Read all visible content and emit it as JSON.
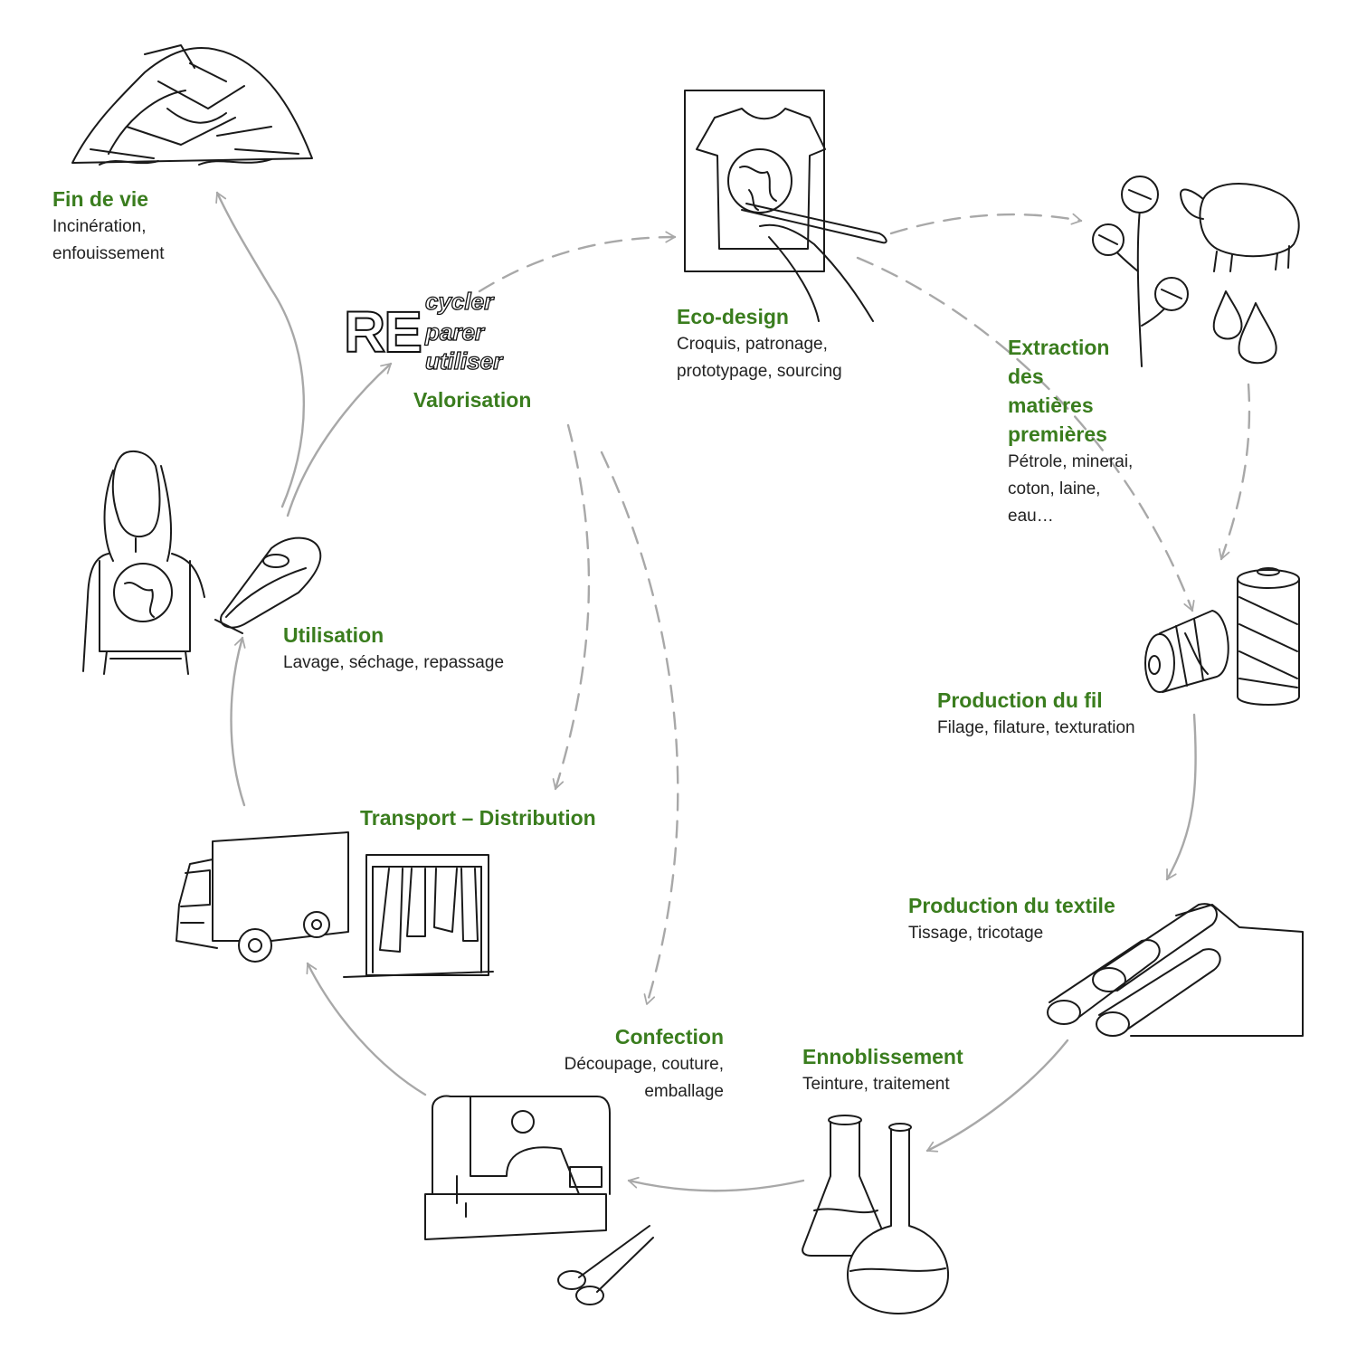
{
  "colors": {
    "title": "#3a7d1e",
    "text": "#222222",
    "sketch": "#1a1a1a",
    "arrow_solid": "#a8a8a8",
    "arrow_dashed": "#a8a8a8"
  },
  "stages": {
    "eco_design": {
      "title": "Eco-design",
      "desc": [
        "Croquis, patronage,",
        "prototypage, sourcing"
      ]
    },
    "extraction": {
      "title": [
        "Extraction",
        "des",
        "matières",
        "premières"
      ],
      "desc": [
        "Pétrole, minerai,",
        "coton, laine,",
        "eau…"
      ]
    },
    "fil": {
      "title": "Production du fil",
      "desc": [
        "Filage, filature, texturation"
      ]
    },
    "textile": {
      "title": "Production du textile",
      "desc": [
        "Tissage, tricotage"
      ]
    },
    "ennoblissement": {
      "title": "Ennoblissement",
      "desc": [
        "Teinture, traitement"
      ]
    },
    "confection": {
      "title": "Confection",
      "desc": [
        "Découpage, couture,",
        "emballage"
      ]
    },
    "transport": {
      "title": "Transport – Distribution"
    },
    "utilisation": {
      "title": "Utilisation",
      "desc": [
        "Lavage, séchage, repassage"
      ]
    },
    "fin_de_vie": {
      "title": "Fin de vie",
      "desc": [
        "Incinération,",
        "enfouissement"
      ]
    },
    "valorisation": {
      "title": "Valorisation",
      "re": "RE",
      "re_words": [
        "cycler",
        "parer",
        "utiliser"
      ]
    }
  },
  "icons": [
    "clothes-pile-icon",
    "tshirt-sketch-icon",
    "cotton-plant-icon",
    "sheep-icon",
    "oil-drops-icon",
    "thread-spools-icon",
    "fabric-rolls-icon",
    "lab-flasks-icon",
    "sewing-machine-icon",
    "scissors-icon",
    "truck-icon",
    "clothes-rack-icon",
    "woman-tshirt-icon",
    "iron-icon"
  ]
}
